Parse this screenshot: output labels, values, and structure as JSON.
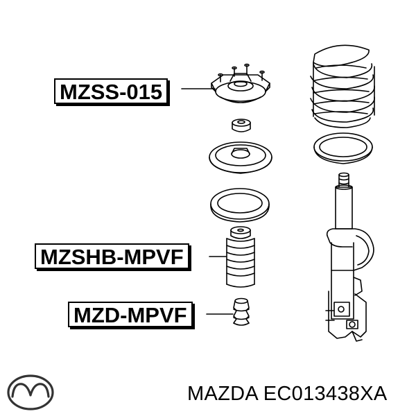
{
  "labels": [
    {
      "code": "MZSS-015"
    },
    {
      "code": "MZSHB-MPVF"
    },
    {
      "code": "MZD-MPVF"
    }
  ],
  "footer": {
    "brand": "MAZDA",
    "part_number": "EC013438XA",
    "text": "MAZDA EC013438XA"
  },
  "icons": {
    "logo": "mazda-logo-icon"
  },
  "colors": {
    "line": "#000000",
    "background": "#ffffff"
  }
}
